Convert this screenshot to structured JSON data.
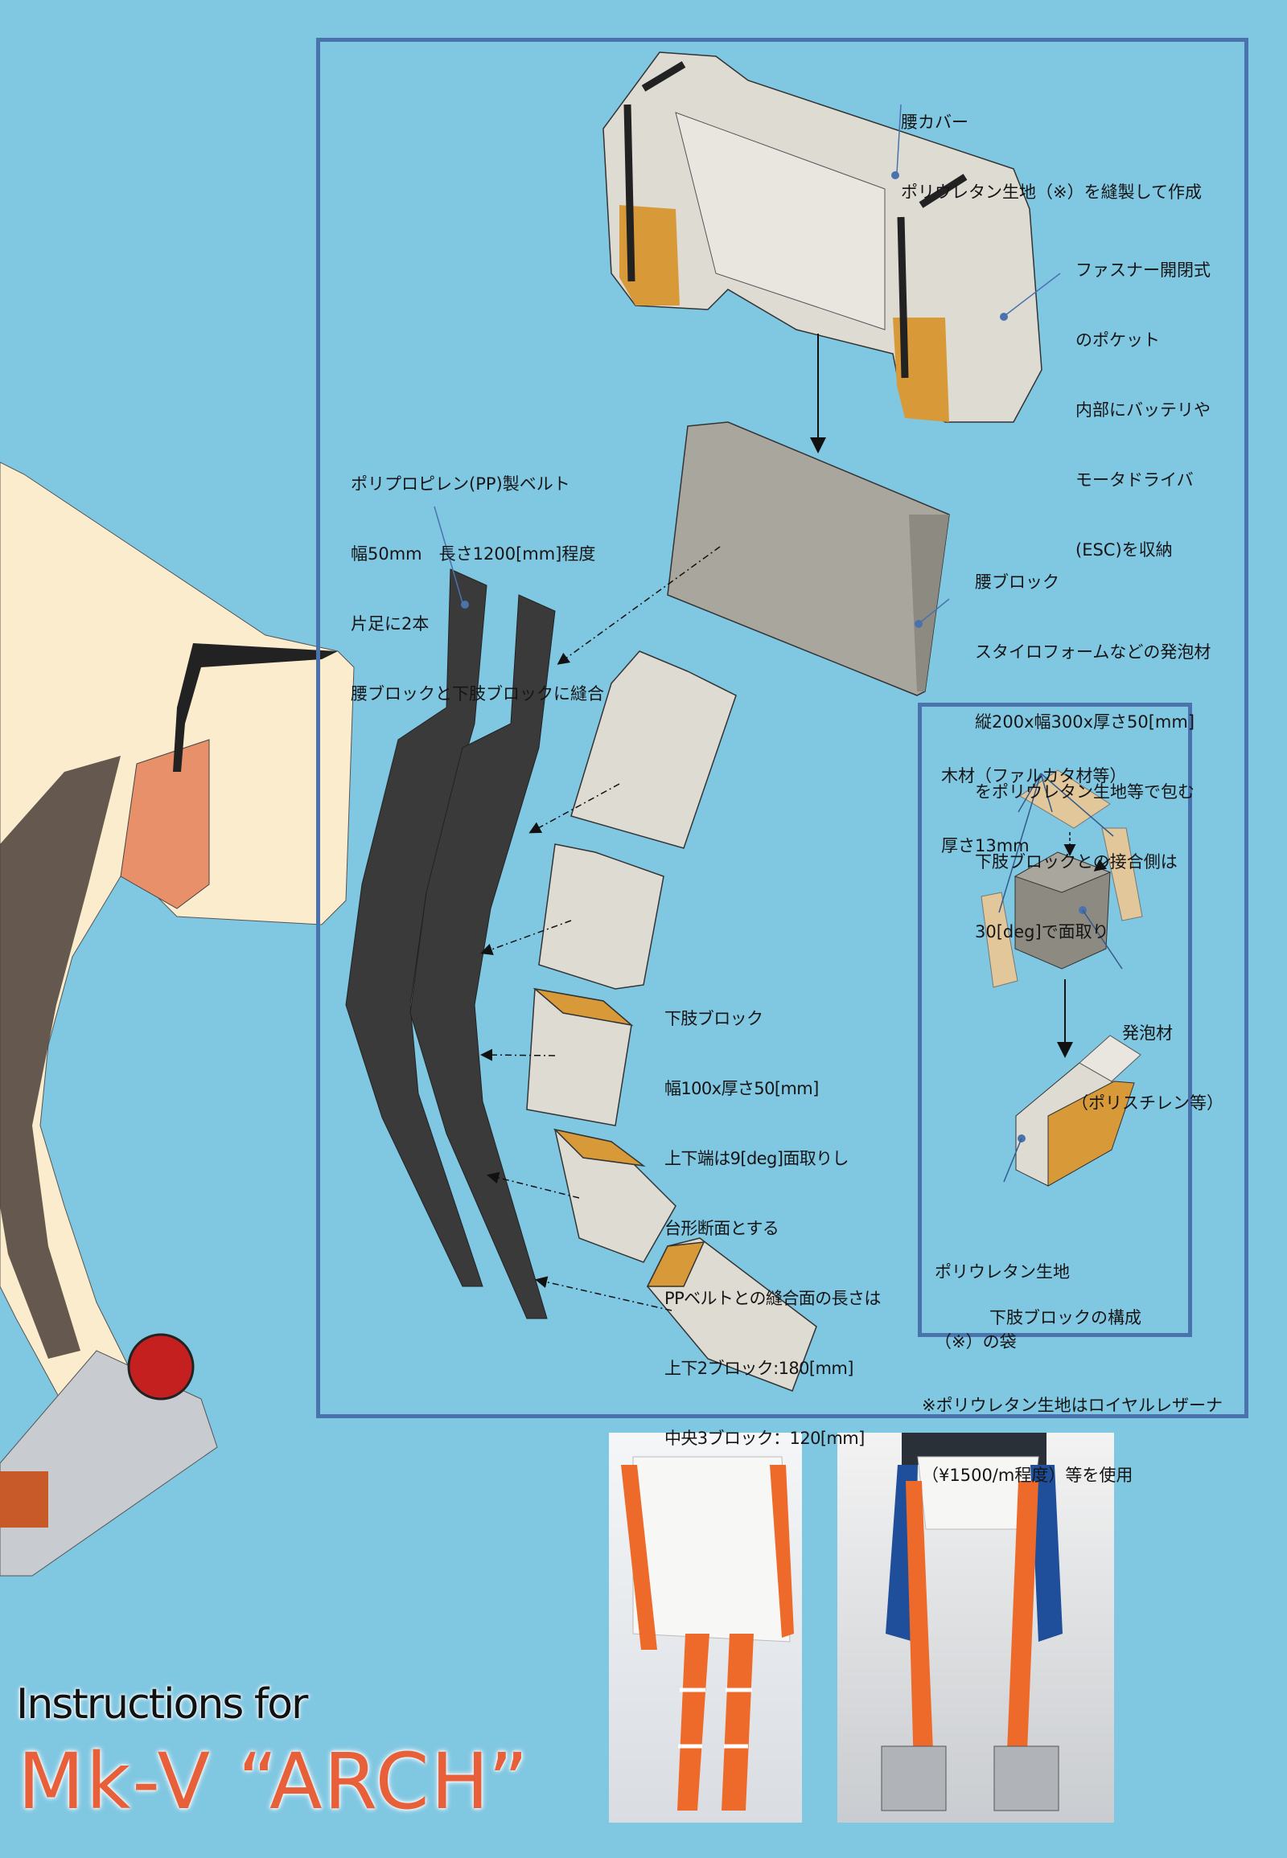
{
  "title": {
    "line1": "Instructions for",
    "line2": "Mk-V “ARCH”"
  },
  "labels": {
    "waist_cover": [
      "腰カバー",
      "ポリウレタン生地（※）を縫製して作成"
    ],
    "pocket": [
      "ファスナー開閉式",
      "のポケット",
      "内部にバッテリや",
      "モータドライバ",
      "(ESC)を収納"
    ],
    "pp_belt": [
      "ポリプロピレン(PP)製ベルト",
      "幅50mm　長さ1200[mm]程度",
      "片足に2本",
      "腰ブロックと下肢ブロックに縫合"
    ],
    "waist_block": [
      "腰ブロック",
      "スタイロフォームなどの発泡材",
      "縦200x幅300x厚さ50[mm]",
      "をポリウレタン生地等で包む",
      "下肢ブロックとの接合側は",
      "30[deg]で面取り"
    ],
    "leg_block": [
      "下肢ブロック",
      "幅100x厚さ50[mm]",
      "上下端は9[deg]面取りし",
      "台形断面とする",
      "PPベルトとの縫合面の長さは",
      "上下2ブロック:180[mm]",
      "中央3ブロック：120[mm]"
    ],
    "wood": [
      "木材（ファルカタ材等）",
      "厚さ13mm"
    ],
    "foam": [
      "発泡材",
      "（ポリスチレン等）"
    ],
    "bag": [
      "ポリウレタン生地",
      "（※）の袋"
    ],
    "inset_caption": "下肢ブロックの構成",
    "note": [
      "※ポリウレタン生地はロイヤルレザーナ",
      "（¥1500/m程度）等を使用"
    ]
  },
  "colors": {
    "background": "#80c7e2",
    "frame": "#4a72ad",
    "title_accent": "#e8603a",
    "fabric": "#dedbd3",
    "foam": "#a9a69d",
    "belt": "#3a3a3a",
    "wood": "#e2c79a",
    "orange_fabric": "#d89a38"
  }
}
